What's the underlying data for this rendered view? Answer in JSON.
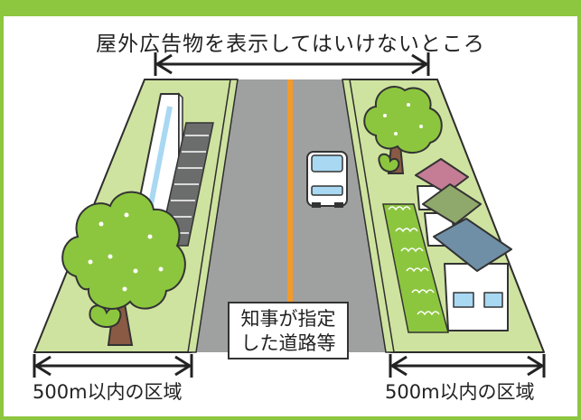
{
  "title": "屋外広告物を表示してはいけないところ",
  "road_label": {
    "line1": "知事が指定",
    "line2": "した道路等"
  },
  "zone_left": "500m以内の区域",
  "zone_right": "500m以内の区域",
  "colors": {
    "frame_green": "#8dc63f",
    "ground_green": "#cfe3a0",
    "road_gray": "#9fa0a0",
    "road_edge": "#5a5a5a",
    "center_line": "#f39a2b",
    "tree_green": "#8cc63f",
    "trunk_brown": "#8a5a44",
    "house_roof_pink": "#c47d94",
    "house_roof_green": "#8fa86b",
    "house_roof_blue": "#6f8fa6",
    "window_blue": "#a9d8f2"
  },
  "icons": [
    "double-arrow-icon",
    "tree-icon",
    "car-icon",
    "house-icon",
    "building-icon",
    "parking-lot-icon",
    "flower-bed-icon"
  ]
}
